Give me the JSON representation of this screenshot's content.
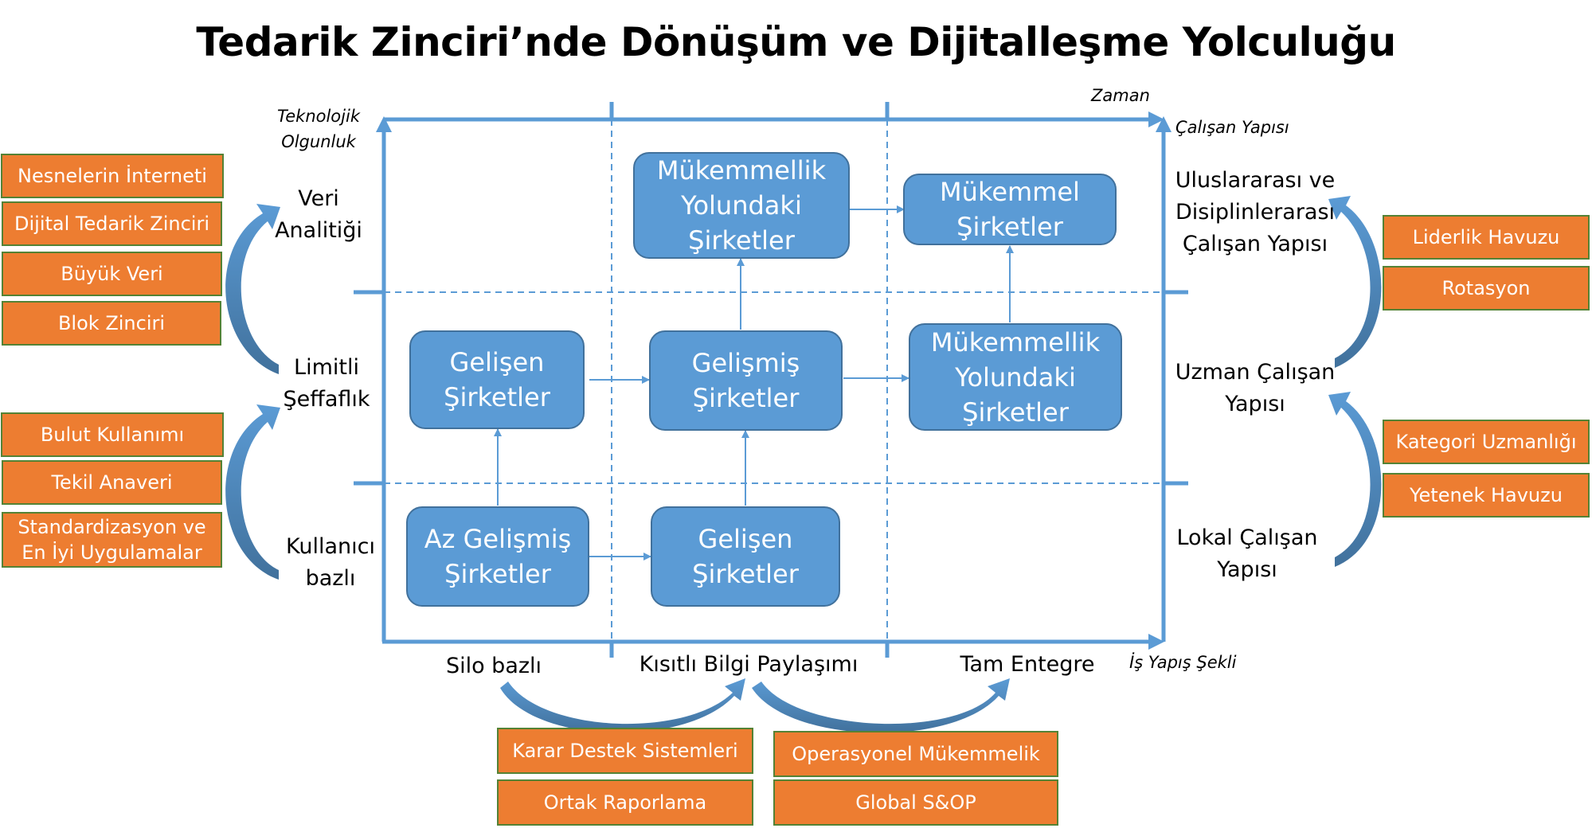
{
  "title": "Tedarik Zinciri’nde Dönüşüm ve Dijitalleşme Yolculuğu",
  "colors": {
    "axis": "#5b9bd5",
    "box_fill": "#5b9bd5",
    "orange_fill": "#ed7d31",
    "orange_border": "#548235",
    "arrow_dark": "#41719c"
  },
  "axes": {
    "y_left_title_1": "Teknolojik",
    "y_left_title_2": "Olgunluk",
    "top_title": "Zaman",
    "y_right_title": "Çalışan Yapısı",
    "x_title": "İş Yapış Şekli"
  },
  "left_levels": [
    {
      "line1": "Veri",
      "line2": "Analitiği"
    },
    {
      "line1": "Limitli",
      "line2": "Şeffaflık"
    },
    {
      "line1": "Kullanıcı",
      "line2": "bazlı"
    }
  ],
  "right_levels": [
    {
      "line1": "Uluslararası ve",
      "line2": "Disiplinlerarası",
      "line3": "Çalışan Yapısı"
    },
    {
      "line1": "Uzman Çalışan",
      "line2": "Yapısı"
    },
    {
      "line1": "Lokal Çalışan",
      "line2": "Yapısı"
    }
  ],
  "bottom_levels": [
    "Silo bazlı",
    "Kısıtlı Bilgi Paylaşımı",
    "Tam Entegre"
  ],
  "companies": {
    "r1c2": {
      "line1": "Mükemmellik",
      "line2": "Yolundaki",
      "line3": "Şirketler"
    },
    "r1c3": {
      "line1": "Mükemmel",
      "line2": "Şirketler"
    },
    "r2c1": {
      "line1": "Gelişen",
      "line2": "Şirketler"
    },
    "r2c2": {
      "line1": "Gelişmiş",
      "line2": "Şirketler"
    },
    "r2c3": {
      "line1": "Mükemmellik",
      "line2": "Yolundaki",
      "line3": "Şirketler"
    },
    "r3c1": {
      "line1": "Az Gelişmiş",
      "line2": "Şirketler"
    },
    "r3c2": {
      "line1": "Gelişen",
      "line2": "Şirketler"
    }
  },
  "left_upper_enablers": [
    "Nesnelerin İnterneti",
    "Dijital Tedarik Zinciri",
    "Büyük Veri",
    "Blok Zinciri"
  ],
  "left_lower_enablers": [
    "Bulut Kullanımı",
    "Tekil Anaveri",
    "Standardizasyon ve",
    "En İyi Uygulamalar"
  ],
  "right_upper_enablers": [
    "Liderlik Havuzu",
    "Rotasyon"
  ],
  "right_lower_enablers": [
    "Kategori Uzmanlığı",
    "Yetenek Havuzu"
  ],
  "bottom_left_enablers": [
    "Karar Destek Sistemleri",
    "Ortak Raporlama"
  ],
  "bottom_right_enablers": [
    "Operasyonel  Mükemmelik",
    "Global S&OP"
  ]
}
